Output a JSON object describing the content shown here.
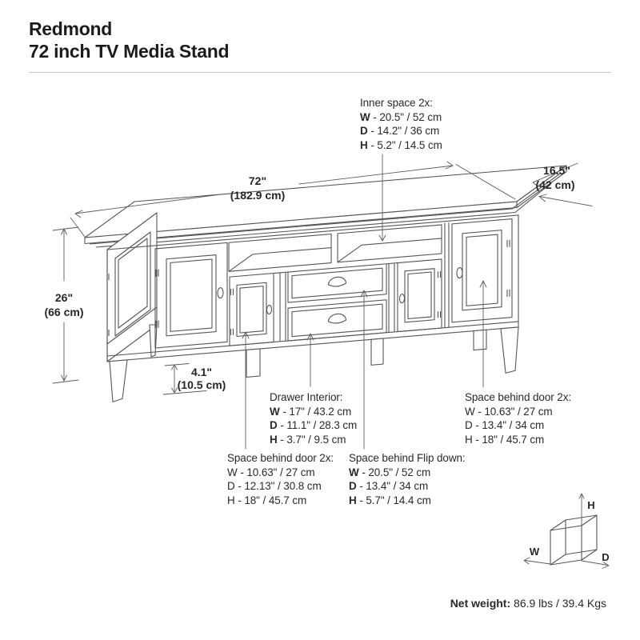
{
  "title": {
    "line1": "Redmond",
    "line2": "72 inch TV Media Stand"
  },
  "dimensions": {
    "width_in": "72\"",
    "width_cm": "(182.9 cm)",
    "depth_in": "16.5\"",
    "depth_cm": "(42 cm)",
    "height_in": "26\"",
    "height_cm": "(66 cm)",
    "foot_in": "4.1\"",
    "foot_cm": "(10.5 cm)"
  },
  "annotations": {
    "inner_space": {
      "title": "Inner space 2x:",
      "lines": [
        {
          "k": "W",
          "v": "- 20.5\" / 52 cm"
        },
        {
          "k": "D",
          "v": "- 14.2\" / 36 cm"
        },
        {
          "k": "H",
          "v": "- 5.2\" / 14.5 cm"
        }
      ]
    },
    "drawer_interior": {
      "title": "Drawer Interior:",
      "lines": [
        {
          "k": "W",
          "v": "- 17\" / 43.2 cm"
        },
        {
          "k": "D",
          "v": "- 11.1\" / 28.3 cm"
        },
        {
          "k": "H",
          "v": "- 3.7\" / 9.5 cm"
        }
      ]
    },
    "door_right": {
      "title": "Space behind door 2x:",
      "lines": [
        {
          "k": "W",
          "v": "- 10.63\" / 27 cm"
        },
        {
          "k": "D",
          "v": "- 13.4\" / 34 cm"
        },
        {
          "k": "H",
          "v": "- 18\" / 45.7 cm"
        }
      ]
    },
    "door_left": {
      "title": "Space behind door 2x:",
      "lines": [
        {
          "k": "W",
          "v": "- 10.63\" / 27 cm"
        },
        {
          "k": "D",
          "v": "- 12.13\" / 30.8 cm"
        },
        {
          "k": "H",
          "v": "- 18\" / 45.7 cm"
        }
      ]
    },
    "flip_down": {
      "title": "Space behind Flip down:",
      "lines": [
        {
          "k": "W",
          "v": "- 20.5\" / 52 cm"
        },
        {
          "k": "D",
          "v": "- 13.4\" / 34 cm"
        },
        {
          "k": "H",
          "v": "- 5.7\" / 14.4 cm"
        }
      ]
    }
  },
  "axis_legend": {
    "w": "W",
    "d": "D",
    "h": "H"
  },
  "net_weight": {
    "label": "Net weight:",
    "value": "86.9 lbs / 39.4 Kgs"
  },
  "colors": {
    "line": "#55565a",
    "dimension": "#5c5c5f",
    "text": "#2b2a29"
  }
}
